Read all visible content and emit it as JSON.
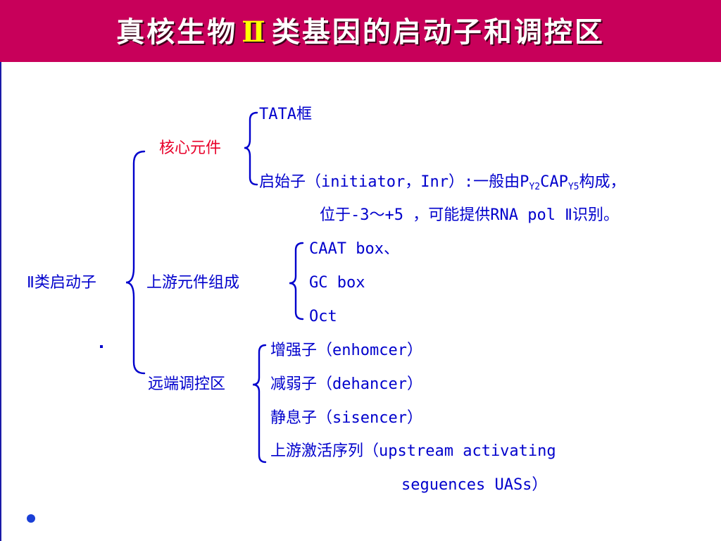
{
  "title": {
    "part1": "真核生物",
    "roman": "Ⅱ",
    "part2": "类基因的启动子和调控区"
  },
  "root_label": "Ⅱ类启动子",
  "core": {
    "label": "核心元件",
    "tata": "TATA框",
    "inr_line1": {
      "prefix": "启始子（initiator，Inr）:一般由P",
      "sub1": "Y2",
      "mid": "CAP",
      "sub2": "Y5",
      "suffix": "构成，"
    },
    "inr_line2": "位于-3～+5 ，可能提供RNA pol Ⅱ识别。"
  },
  "upstream": {
    "label": "上游元件组成",
    "items": [
      "CAAT box、",
      "GC box",
      "Oct"
    ]
  },
  "distal": {
    "label": "远端调控区",
    "items": [
      "增强子（enhomcer）",
      "减弱子（dehancer）",
      "静息子（sisencer）",
      "上游激活序列（upstream activating"
    ],
    "uas_line2": "seguences UASs）"
  },
  "colors": {
    "title_bar": "#c8005a",
    "title_text": "#ffffff",
    "roman_numeral": "#ffff00",
    "body_text": "#0000cc",
    "core_label": "#e8002a"
  }
}
